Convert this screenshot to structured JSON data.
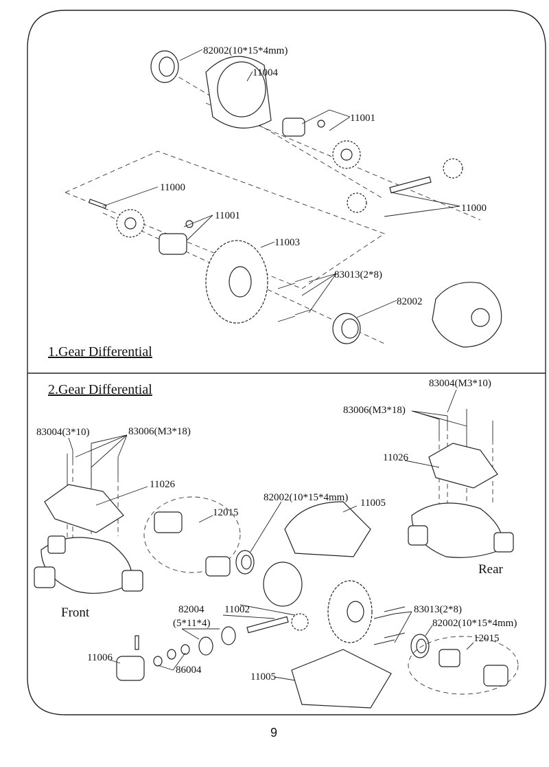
{
  "page_number": "9",
  "section1": {
    "title": "1.Gear Differential",
    "labels": [
      "82002(10*15*4mm)",
      "11004",
      "11001",
      "11000",
      "11000",
      "11001",
      "11003",
      "83013(2*8)",
      "82002"
    ]
  },
  "section2": {
    "title": "2.Gear Differential",
    "labels": [
      "83004(M3*10)",
      "83006(M3*18)",
      "83004(3*10)",
      "83006(M3*18)",
      "11026",
      "11026",
      "82002(10*15*4mm)",
      "11005",
      "12015",
      "82004",
      "(5*11*4)",
      "11002",
      "83013(2*8)",
      "82002(10*15*4mm)",
      "12015",
      "11006",
      "86004",
      "11005"
    ],
    "front_label": "Front",
    "rear_label": "Rear"
  }
}
